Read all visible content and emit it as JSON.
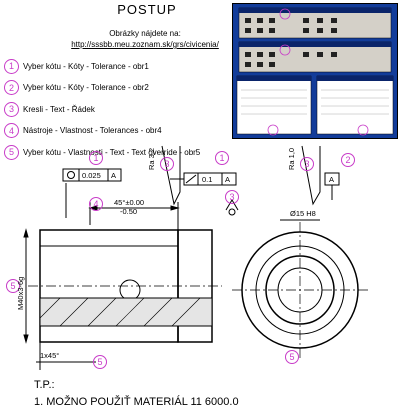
{
  "header": {
    "title": "POSTUP",
    "subtitle_line1": "Obrázky nájdete na:",
    "subtitle_link": "http://sssbb.meu.zoznam.sk/grs/civicenia/"
  },
  "steps": [
    {
      "num": "1",
      "text": "Vyber kótu - Kóty - Tolerance - obr1"
    },
    {
      "num": "2",
      "text": "Vyber kótu - Kóty - Tolerance - obr2"
    },
    {
      "num": "3",
      "text": "Kresli - Text - Řádek"
    },
    {
      "num": "4",
      "text": "Nástroje - Vlastnost - Tolerances - obr4"
    },
    {
      "num": "5",
      "text": "Vyber kótu - Vlastnosti - Text - Text override - obr5"
    }
  ],
  "drawing": {
    "gdt_left_value": "0.025",
    "datum_a": "A",
    "runout_value": "0.1",
    "rough_left": "Ra 3,2",
    "rough_right": "Ra 1,0",
    "tol_upper": "45°±0.00",
    "tol_lower": "-0.50",
    "thread": "M40x3-6g",
    "bore": "Ø15 H8",
    "chamfer": "1x45°"
  },
  "notes": {
    "heading": "T.P.:",
    "item1": "1. MOŽNO POUŽIŤ MATERIÁL 11 6000.0"
  }
}
